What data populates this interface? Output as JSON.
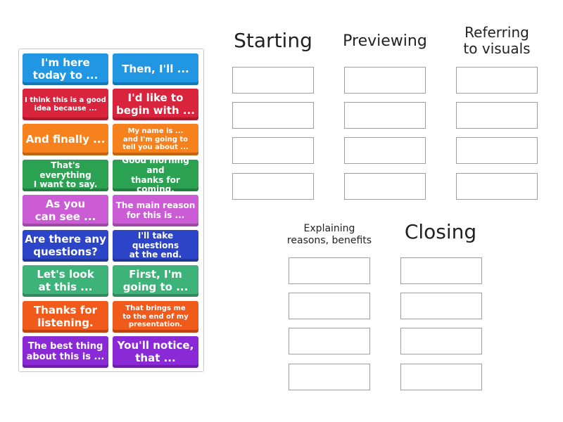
{
  "tiles": [
    {
      "text": "I'm here\ntoday to ...",
      "color": "#2196e3"
    },
    {
      "text": "Then, I'll ...",
      "color": "#2196e3"
    },
    {
      "text": "I think this is a good\nidea because ...",
      "color": "#d9243d"
    },
    {
      "text": "I'd like to\nbegin with ...",
      "color": "#d9243d"
    },
    {
      "text": "And finally ...",
      "color": "#f7811c"
    },
    {
      "text": "My name is ...\nand I'm going to\ntell you about ...",
      "color": "#f7811c"
    },
    {
      "text": "That's everything\nI want to say.",
      "color": "#2ba251"
    },
    {
      "text": "Good morning and\nthanks for coming.",
      "color": "#2ba251"
    },
    {
      "text": "As you\ncan see ...",
      "color": "#cc5cd6"
    },
    {
      "text": "The main reason\nfor this is ...",
      "color": "#cc5cd6"
    },
    {
      "text": "Are there any\nquestions?",
      "color": "#2b44c8"
    },
    {
      "text": "I'll take questions\nat the end.",
      "color": "#2b44c8"
    },
    {
      "text": "Let's look\nat this ...",
      "color": "#3db37a"
    },
    {
      "text": "First, I'm\ngoing to ...",
      "color": "#3db37a"
    },
    {
      "text": "Thanks for\nlistening.",
      "color": "#f05a1a"
    },
    {
      "text": "That brings me\nto the end of my\npresentation.",
      "color": "#f05a1a"
    },
    {
      "text": "The best thing\nabout this is ...",
      "color": "#8a2ad6"
    },
    {
      "text": "You'll notice,\nthat ...",
      "color": "#8a2ad6"
    }
  ],
  "groups": [
    {
      "heading": "Starting",
      "slots": 4
    },
    {
      "heading": "Previewing",
      "slots": 4
    },
    {
      "heading": "Referring\nto visuals",
      "slots": 4
    },
    {
      "heading": "Explaining\nreasons, benefits",
      "slots": 4
    },
    {
      "heading": "Closing",
      "slots": 4
    }
  ]
}
